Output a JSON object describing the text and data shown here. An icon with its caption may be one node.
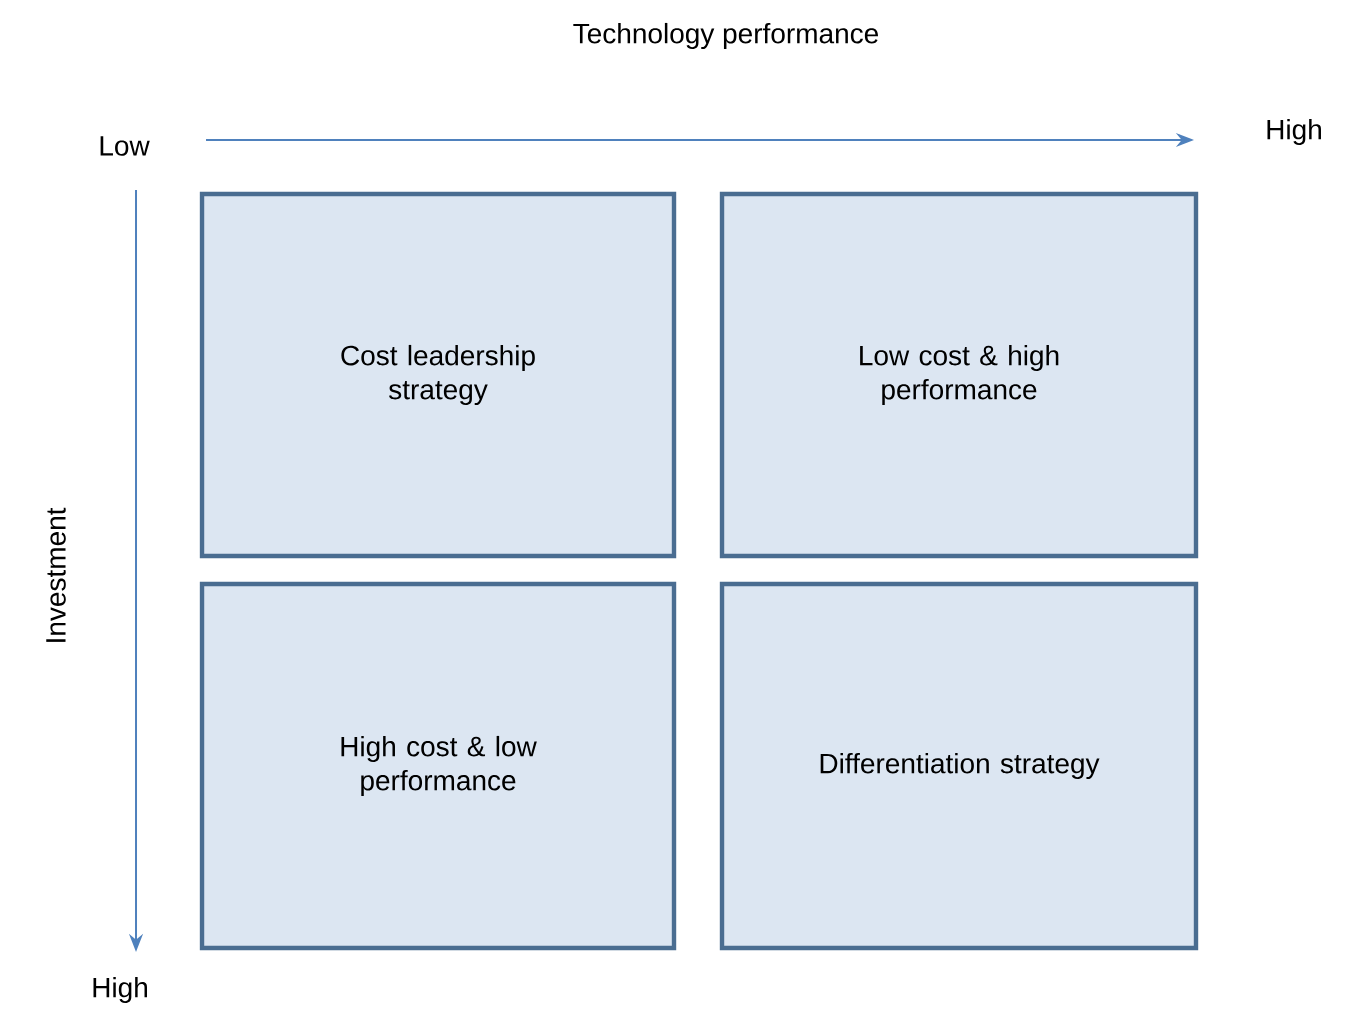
{
  "diagram": {
    "nodes": [
      {
        "text": [
          "Cost leadership strategy"
        ]
      },
      {
        "text": [
          "Low cost & high performance"
        ]
      },
      {
        "text": [
          "High cost & low performance"
        ]
      },
      {
        "text": [
          "Differentiation strategy"
        ]
      }
    ],
    "labels": [
      "Technology performance",
      "Low",
      "High",
      "Investment",
      "High"
    ]
  }
}
